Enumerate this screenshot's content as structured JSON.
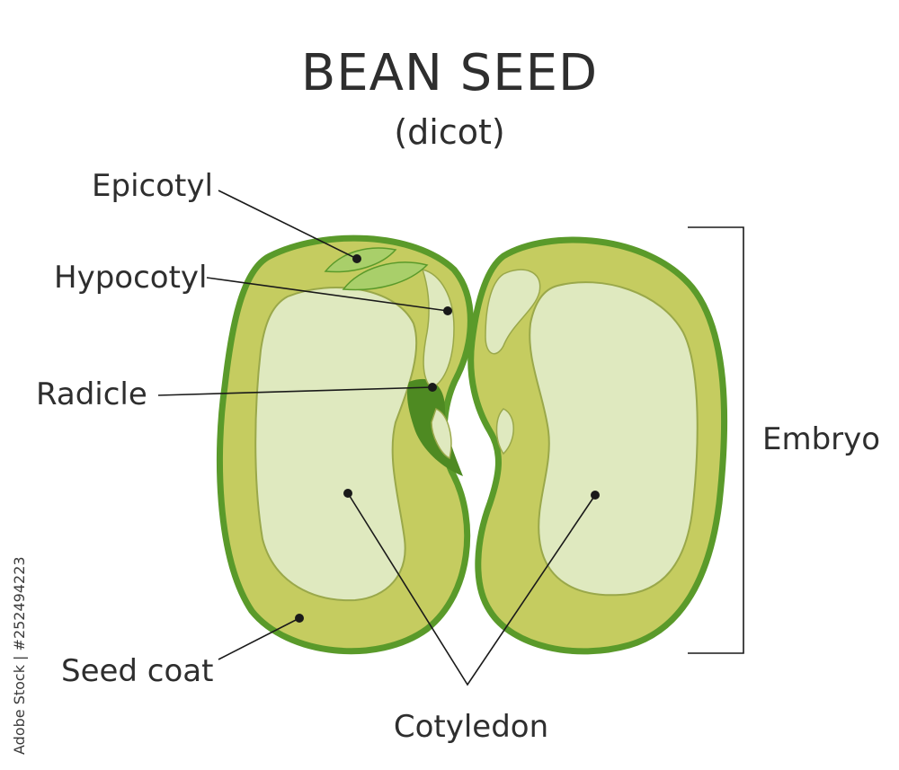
{
  "title": "BEAN SEED",
  "subtitle": "(dicot)",
  "labels": {
    "epicotyl": "Epicotyl",
    "hypocotyl": "Hypocotyl",
    "radicle": "Radicle",
    "seed_coat": "Seed coat",
    "cotyledon": "Cotyledon",
    "embryo": "Embryo"
  },
  "watermark": "Adobe Stock | #252494223",
  "colors": {
    "seed_coat": "#5a9a2a",
    "seed_flesh": "#c5cc60",
    "cotyledon_inner": "#dfe9bf",
    "dark_fold": "#4e8a22",
    "leaf": "#a9cf6a"
  }
}
